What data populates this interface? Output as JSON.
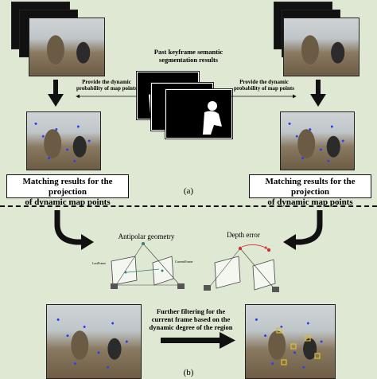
{
  "segmentation_label_line1": "Past keyframe semantic",
  "segmentation_label_line2": "segmentation results",
  "probability_label_left_line1": "Provide the dynamic",
  "probability_label_left_line2": "probability of map points",
  "probability_label_right_line1": "Provide the dynamic",
  "probability_label_right_line2": "probability of map points",
  "matching_left_line1": "Matching results for the projection",
  "matching_left_line2": "of dynamic map points",
  "matching_right_line1": "Matching results for the projection",
  "matching_right_line2": "of dynamic map points",
  "panel_a_label": "(a)",
  "panel_b_label": "(b)",
  "antipolar_title": "Antipolar geometry",
  "depth_error_title": "Depth error",
  "lastframe_label": "LastFrame",
  "currentframe_label": "CurrentFrame",
  "further_filtering_line1": "Further filtering for the",
  "further_filtering_line2": "current frame based on the",
  "further_filtering_line3": "dynamic degree of the region",
  "colors": {
    "background": "#dfe8d2",
    "arrow": "#111111",
    "dynamic_points": "#2a3cff",
    "filtered_points": "#e0c020",
    "epipolar_line": "#3a7a7a",
    "depth_line": "#cc2222"
  }
}
